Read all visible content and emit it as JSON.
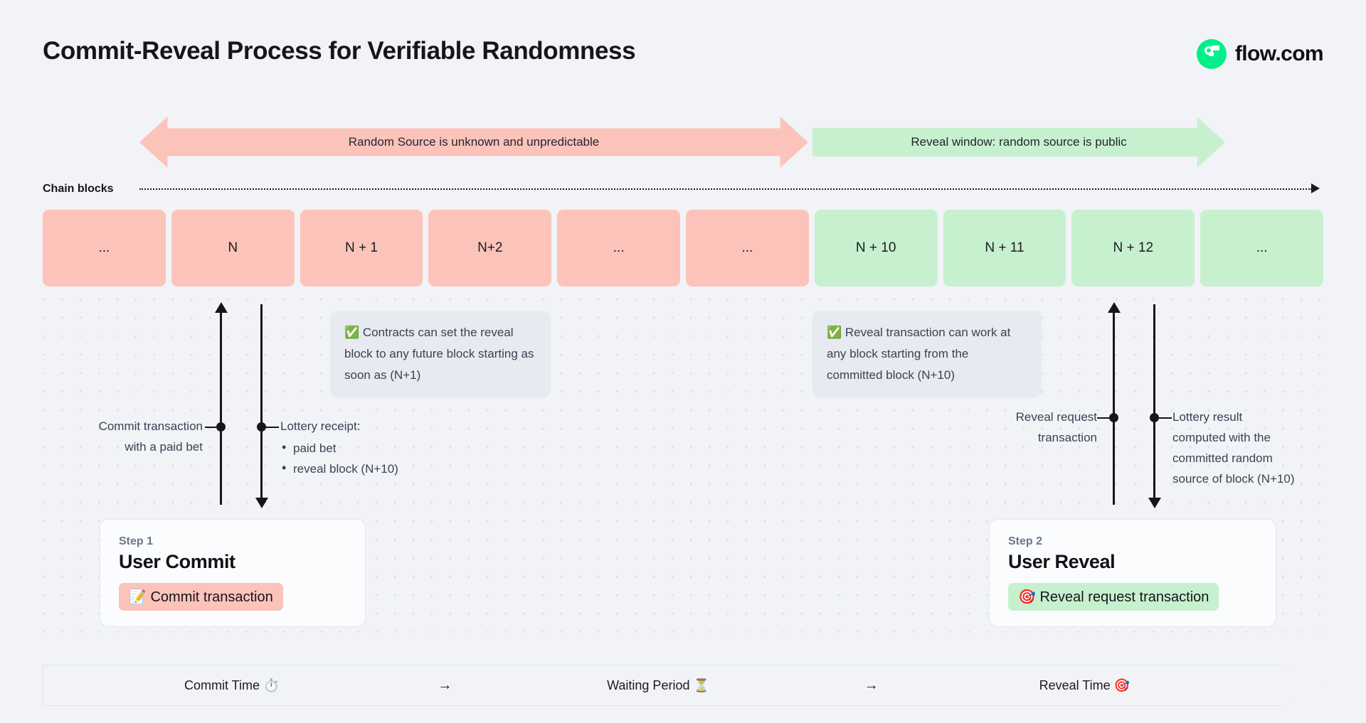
{
  "header": {
    "title": "Commit-Reveal Process for Verifiable Randomness",
    "logo_text": "flow.com",
    "logo_icon": "flow-circle-logo",
    "logo_color": "#00ef8b"
  },
  "banners": {
    "pink": {
      "label": "Random Source is unknown and unpredictable",
      "color": "#fcc3bb"
    },
    "green": {
      "label": "Reveal window: random source is public",
      "color": "#c7f0cf"
    }
  },
  "chain": {
    "label": "Chain blocks",
    "blocks": [
      {
        "label": "...",
        "state": "pink"
      },
      {
        "label": "N",
        "state": "pink"
      },
      {
        "label": "N + 1",
        "state": "pink"
      },
      {
        "label": "N+2",
        "state": "pink"
      },
      {
        "label": "...",
        "state": "pink"
      },
      {
        "label": "...",
        "state": "pink"
      },
      {
        "label": "N + 10",
        "state": "green"
      },
      {
        "label": "N + 11",
        "state": "green"
      },
      {
        "label": "N + 12",
        "state": "green"
      },
      {
        "label": "...",
        "state": "green"
      }
    ]
  },
  "callouts": {
    "left": {
      "icon": "✅",
      "text": "Contracts can set the reveal block to any future block starting as soon as (N+1)"
    },
    "right": {
      "icon": "✅",
      "text": "Reveal transaction can work at any block starting from the committed block (N+10)"
    }
  },
  "annotations": {
    "commit": {
      "line1": "Commit transaction",
      "line2": "with a paid bet"
    },
    "receipt": {
      "title": "Lottery receipt:",
      "bullets": [
        "paid bet",
        "reveal block (N+10)"
      ]
    },
    "reveal_request": {
      "line1": "Reveal request",
      "line2": "transaction"
    },
    "lottery_result": {
      "line1": "Lottery result",
      "line2": "computed with the",
      "line3": "committed random",
      "line4": "source of block (N+10)"
    }
  },
  "cards": {
    "step1": {
      "step": "Step 1",
      "heading": "User Commit",
      "pill_icon": "📝",
      "pill_label": "Commit transaction",
      "pill_color": "#fcc3bb"
    },
    "step2": {
      "step": "Step 2",
      "heading": "User Reveal",
      "pill_icon": "🎯",
      "pill_label": "Reveal request transaction",
      "pill_color": "#c7f0cf"
    }
  },
  "timeline": {
    "segments": [
      "Commit Time ⏱️",
      "Waiting Period ⏳",
      "Reveal Time 🎯"
    ],
    "arrow": "→"
  }
}
